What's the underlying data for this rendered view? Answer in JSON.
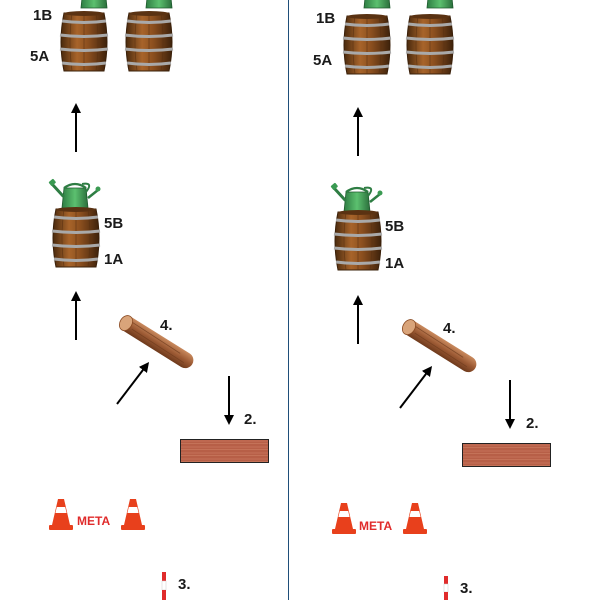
{
  "labels": {
    "top_left_upper": "1B",
    "top_left_lower": "5A",
    "mid_right_upper": "5B",
    "mid_right_lower": "1A",
    "log": "4.",
    "plank": "2.",
    "finish": "META",
    "marker": "3."
  },
  "colors": {
    "divider": "#1f4e79",
    "meta_text": "#e02b2b",
    "cone": "#e8401c",
    "plank": "#b45c44",
    "can": "#3a9a52",
    "barrel": "#7a4a1f"
  },
  "icons": [
    "barrel-icon",
    "watering-can-icon",
    "arrow-icon",
    "log-icon",
    "plank-icon",
    "cone-icon",
    "post-icon"
  ]
}
